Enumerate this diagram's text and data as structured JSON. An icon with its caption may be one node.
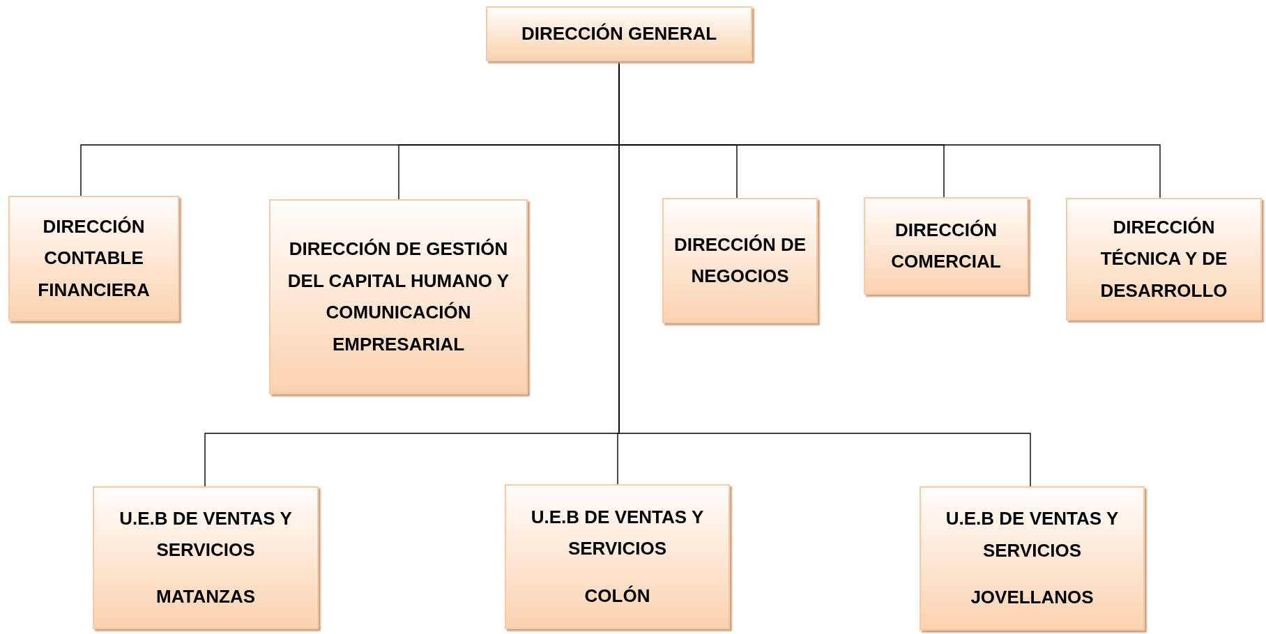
{
  "diagram": {
    "nodes": [
      {
        "text": [
          "DIRECCIÓN GENERAL"
        ]
      },
      {
        "text": [
          "DIRECCIÓN CONTABLE FINANCIERA"
        ]
      },
      {
        "text": [
          "DIRECCIÓN DE GESTIÓN DEL CAPITAL HUMANO Y COMUNICACIÓN EMPRESARIAL"
        ]
      },
      {
        "text": [
          "DIRECCIÓN DE NEGOCIOS"
        ]
      },
      {
        "text": [
          "DIRECCIÓN COMERCIAL"
        ]
      },
      {
        "text": [
          "DIRECCIÓN TÉCNICA Y DE DESARROLLO"
        ]
      },
      {
        "text": [
          "U.E.B DE VENTAS Y SERVICIOS",
          "MATANZAS"
        ]
      },
      {
        "text": [
          "U.E.B DE VENTAS Y SERVICIOS",
          "COLÓN"
        ]
      },
      {
        "text": [
          "U.E.B DE VENTAS Y SERVICIOS",
          "JOVELLANOS"
        ]
      }
    ],
    "edges": [
      {
        "from": 0,
        "to": 1,
        "arrow": "none"
      },
      {
        "from": 0,
        "to": 2,
        "arrow": "none"
      },
      {
        "from": 0,
        "to": 3,
        "arrow": "none"
      },
      {
        "from": 0,
        "to": 4,
        "arrow": "none"
      },
      {
        "from": 0,
        "to": 5,
        "arrow": "none"
      },
      {
        "from": 0,
        "to": 6,
        "arrow": "none"
      },
      {
        "from": 0,
        "to": 7,
        "arrow": "none"
      },
      {
        "from": 0,
        "to": 8,
        "arrow": "none"
      }
    ]
  }
}
